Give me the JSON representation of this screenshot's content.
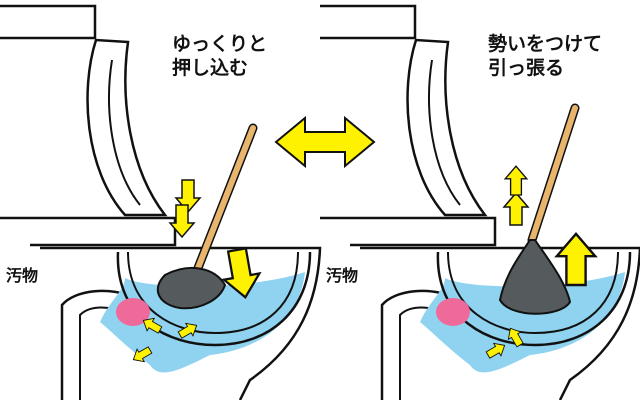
{
  "left_panel": {
    "caption_line1": "ゆっくりと",
    "caption_line2": "押し込む",
    "label": "汚物"
  },
  "right_panel": {
    "caption_line1": "勢いをつけて",
    "caption_line2": "引っ張る",
    "label": "汚物"
  },
  "colors": {
    "water": "#8fd3f0",
    "arrow": "#fff200",
    "waste": "#ef6a9a",
    "plunger_cup": "#555a5c",
    "handle": "#e9b56d"
  }
}
